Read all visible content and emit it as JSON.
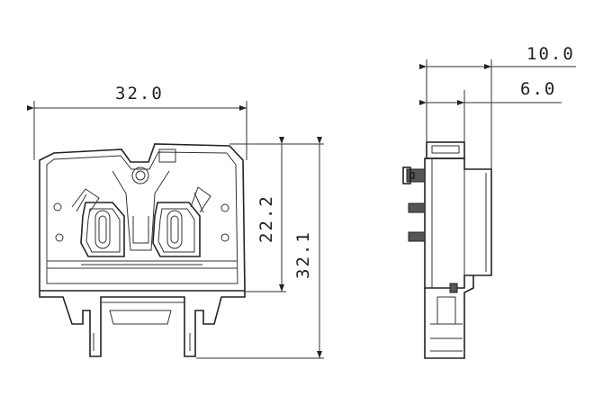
{
  "dimensions": {
    "front_width": "32.0",
    "front_height_inner": "22.2",
    "front_height_total": "32.1",
    "side_width_total": "10.0",
    "side_width_inner": "6.0"
  },
  "colors": {
    "line": "#222222",
    "background": "#ffffff"
  }
}
